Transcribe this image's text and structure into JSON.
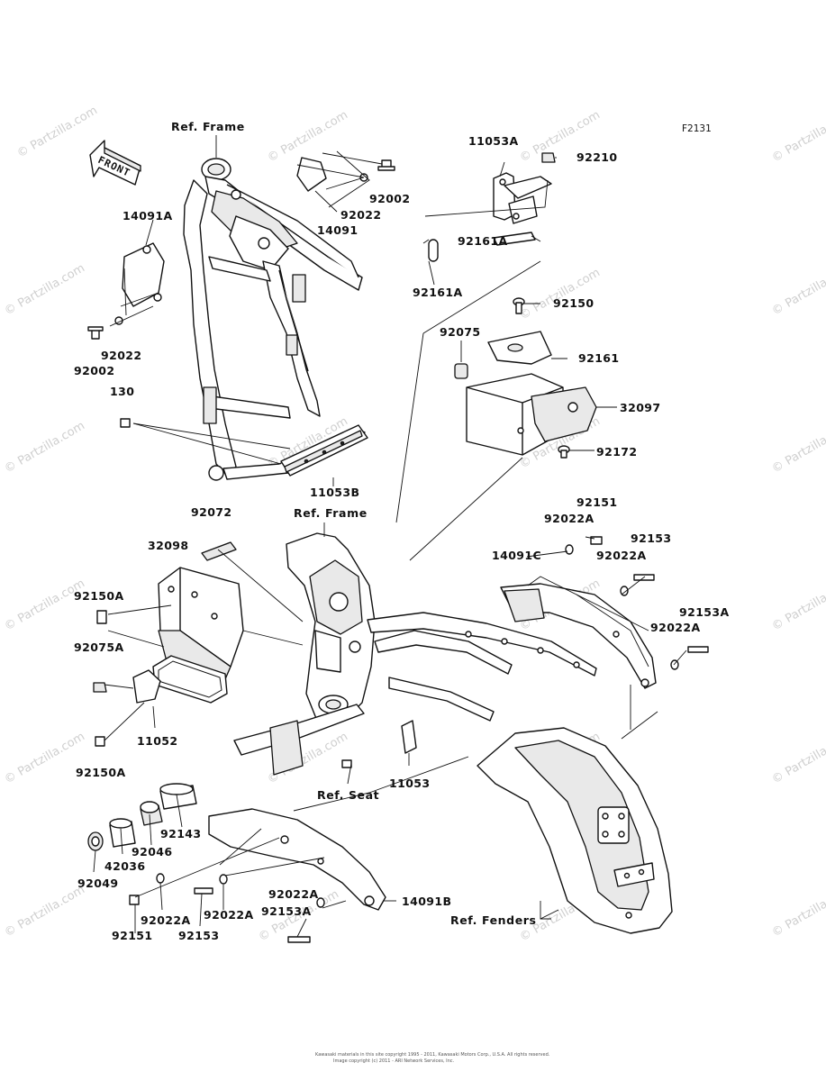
{
  "diagram_code": "F2131",
  "front_label": "FRONT",
  "watermark": "© Partzilla.com",
  "footer_lines": [
    "Kawasaki materials in this site copyright 1995 - 2011, Kawasaki Motors Corp., U.S.A. All rights reserved.",
    "Image copyright (c) 2011 - ARI Network Services, Inc."
  ],
  "references": {
    "frame_top": "Ref. Frame",
    "frame_mid": "Ref. Frame",
    "seat": "Ref. Seat",
    "fenders": "Ref. Fenders"
  },
  "callouts": {
    "c_14091A": "14091A",
    "c_92022_a": "92022",
    "c_92002_a": "92002",
    "c_130": "130",
    "c_92022_b": "92022",
    "c_92002_b": "92002",
    "c_14091": "14091",
    "c_11053B": "11053B",
    "c_11053A": "11053A",
    "c_92210": "92210",
    "c_92161A_a": "92161A",
    "c_92161A_b": "92161A",
    "c_92150": "92150",
    "c_92075": "92075",
    "c_92161": "92161",
    "c_32097": "32097",
    "c_92172": "92172",
    "c_92072": "92072",
    "c_32098": "32098",
    "c_92150A_a": "92150A",
    "c_92075A": "92075A",
    "c_11052": "11052",
    "c_92150A_b": "92150A",
    "c_92151_a": "92151",
    "c_92022A_a": "92022A",
    "c_92153_a": "92153",
    "c_14091C": "14091C",
    "c_92022A_b": "92022A",
    "c_92153A_a": "92153A",
    "c_92022A_c": "92022A",
    "c_11053": "11053",
    "c_92143": "92143",
    "c_92046": "92046",
    "c_42036": "42036",
    "c_92049": "92049",
    "c_92022A_d": "92022A",
    "c_14091B": "14091B",
    "c_92153A_b": "92153A",
    "c_92151_b": "92151",
    "c_92022A_e": "92022A",
    "c_92153_b": "92153",
    "c_92022A_f": "92022A"
  },
  "icons": {
    "front_arrow": "front-arrow-icon"
  }
}
